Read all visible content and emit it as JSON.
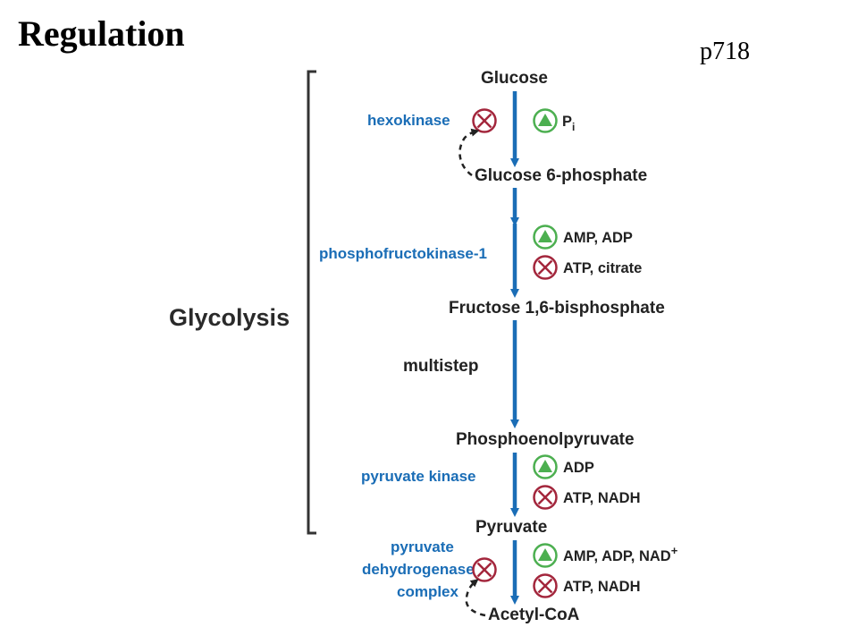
{
  "slide": {
    "title": "Regulation",
    "page_ref": "p718"
  },
  "pathway": {
    "label": "Glycolysis",
    "metabolites": {
      "glucose": "Glucose",
      "glucose_6_phosphate": "Glucose 6-phosphate",
      "fructose_bisphosphate": "Fructose 1,6-bisphosphate",
      "phosphoenolpyruvate": "Phosphoenolpyruvate",
      "pyruvate": "Pyruvate",
      "acetyl_coa": "Acetyl-CoA"
    },
    "enzymes": {
      "hexokinase": "hexokinase",
      "pfk1": "phosphofructokinase-1",
      "multistep": "multistep",
      "pyruvate_kinase": "pyruvate kinase",
      "pdh_line1": "pyruvate",
      "pdh_line2": "dehydrogenase",
      "pdh_line3": "complex"
    },
    "effectors": {
      "hexokinase_activator_base": "P",
      "hexokinase_activator_sub": "i",
      "pfk1_activators": "AMP, ADP",
      "pfk1_inhibitors": "ATP, citrate",
      "pk_activators": "ADP",
      "pk_inhibitors": "ATP, NADH",
      "pdh_activators_base": "AMP, ADP, NAD",
      "pdh_activators_sup": "+",
      "pdh_inhibitors": "ATP, NADH"
    },
    "colors": {
      "arrow": "#1a6db6",
      "enzyme_text": "#1a6db6",
      "activator": "#4caf50",
      "inhibitor": "#a3263c"
    }
  }
}
